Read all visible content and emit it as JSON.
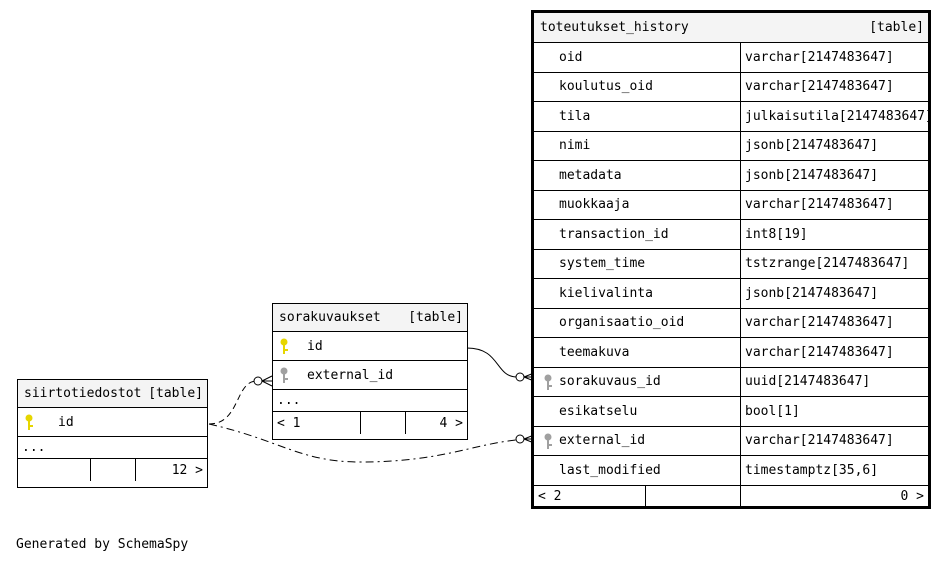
{
  "tables": {
    "siirtotiedostot": {
      "name": "siirtotiedostot",
      "kind": "[table]",
      "columns": [
        {
          "name": "id",
          "key": "primary"
        }
      ],
      "more": "...",
      "footer": {
        "left": "",
        "right": "12 >"
      }
    },
    "sorakuvaukset": {
      "name": "sorakuvaukset",
      "kind": "[table]",
      "columns": [
        {
          "name": "id",
          "key": "primary"
        },
        {
          "name": "external_id",
          "key": "foreign"
        }
      ],
      "more": "...",
      "footer": {
        "left": "< 1",
        "right": "4 >"
      }
    },
    "toteutukset_history": {
      "name": "toteutukset_history",
      "kind": "[table]",
      "columns": [
        {
          "name": "oid",
          "type": "varchar[2147483647]"
        },
        {
          "name": "koulutus_oid",
          "type": "varchar[2147483647]"
        },
        {
          "name": "tila",
          "type": "julkaisutila[2147483647]"
        },
        {
          "name": "nimi",
          "type": "jsonb[2147483647]"
        },
        {
          "name": "metadata",
          "type": "jsonb[2147483647]"
        },
        {
          "name": "muokkaaja",
          "type": "varchar[2147483647]"
        },
        {
          "name": "transaction_id",
          "type": "int8[19]"
        },
        {
          "name": "system_time",
          "type": "tstzrange[2147483647]"
        },
        {
          "name": "kielivalinta",
          "type": "jsonb[2147483647]"
        },
        {
          "name": "organisaatio_oid",
          "type": "varchar[2147483647]"
        },
        {
          "name": "teemakuva",
          "type": "varchar[2147483647]"
        },
        {
          "name": "sorakuvaus_id",
          "type": "uuid[2147483647]",
          "key": "foreign"
        },
        {
          "name": "esikatselu",
          "type": "bool[1]"
        },
        {
          "name": "external_id",
          "type": "varchar[2147483647]",
          "key": "foreign"
        },
        {
          "name": "last_modified",
          "type": "timestamptz[35,6]"
        }
      ],
      "footer": {
        "left": "< 2",
        "right": "0 >"
      }
    }
  },
  "colors": {
    "primary_key": "#e6d600",
    "foreign_key": "#a0a0a0",
    "header_bg": "#f4f4f4"
  },
  "generated_by": "Generated by SchemaSpy"
}
